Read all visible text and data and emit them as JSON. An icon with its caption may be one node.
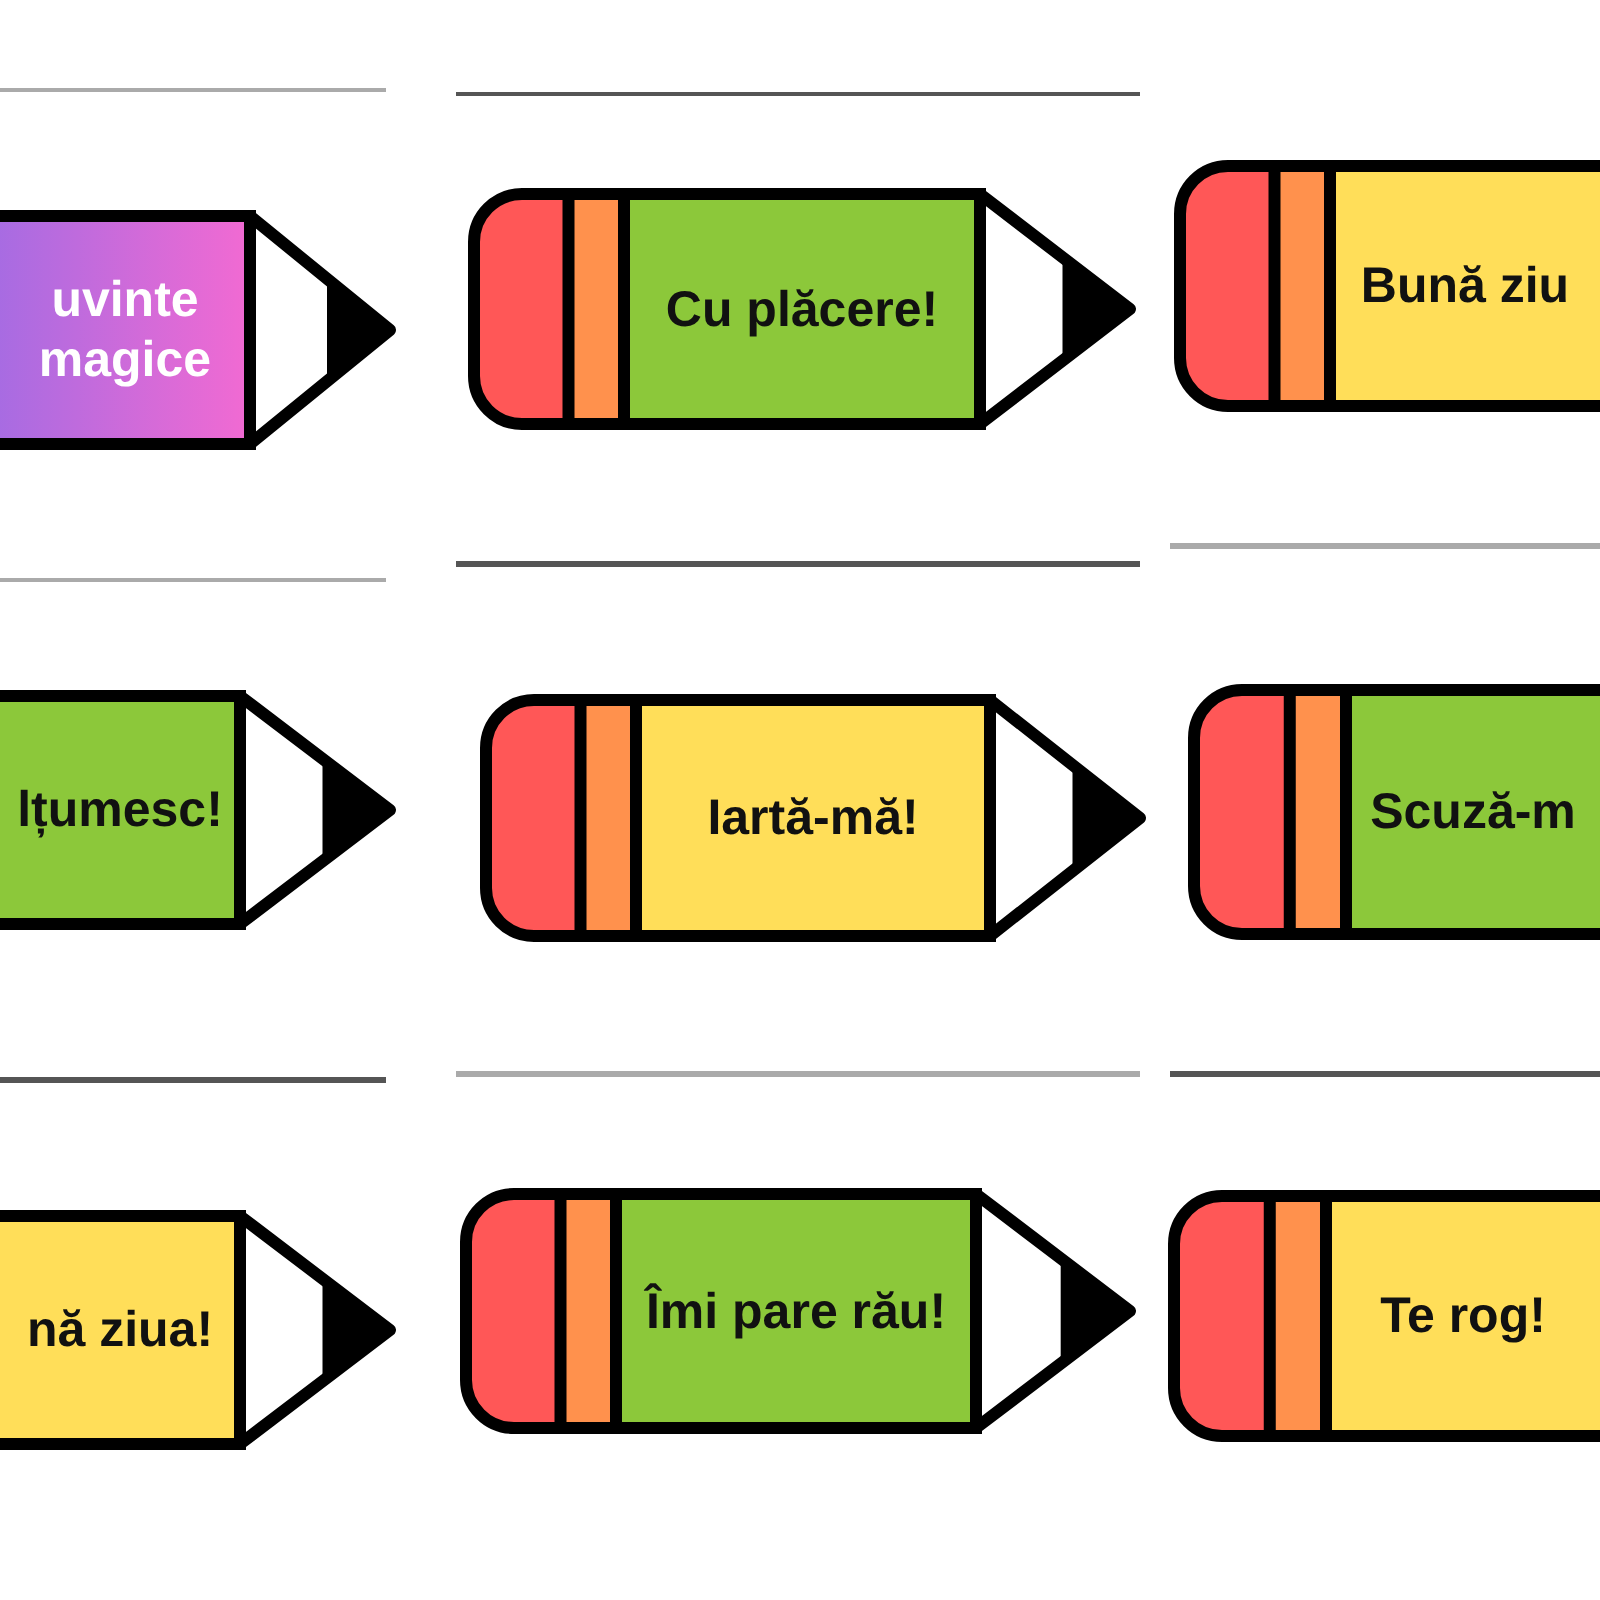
{
  "diagram": {
    "nodes": [
      {
        "text": [
          "uvinte magice"
        ]
      },
      {
        "text": [
          "Cu plăcere!"
        ]
      },
      {
        "text": [
          "Bună ziu"
        ]
      },
      {
        "text": [
          "lțumesc!"
        ]
      },
      {
        "text": [
          "Iartă-mă!"
        ]
      },
      {
        "text": [
          "Scuză-m"
        ]
      },
      {
        "text": [
          "nă ziua!"
        ]
      },
      {
        "text": [
          "Îmi pare rău!"
        ]
      },
      {
        "text": [
          "Te rog!"
        ]
      }
    ]
  }
}
